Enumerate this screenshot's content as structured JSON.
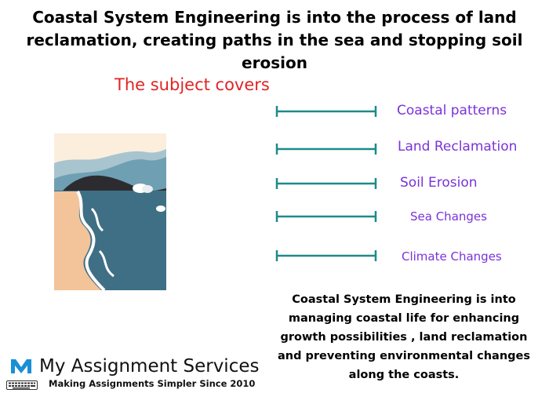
{
  "heading": "Coastal System Engineering  is into the process of land reclamation, creating paths in the sea and  stopping soil erosion",
  "subject_label": "The subject covers",
  "topics": [
    "Coastal patterns",
    "Land Reclamation",
    "Soil  Erosion",
    "Sea  Changes",
    "Climate Changes"
  ],
  "description": "Coastal  System Engineering is into managing  coastal  life for  enhancing growth possibilities , land reclamation and  preventing  environmental  changes along  the  coasts.",
  "logo": {
    "brand": "My Assignment Services",
    "tagline": "Making Assignments Simpler Since 2010"
  },
  "colors": {
    "subject": "#e02424",
    "topic": "#7a32d9",
    "connector": "#1c8a8a",
    "brand_accent": "#1a8fd6"
  },
  "icons": [
    "coastal-landscape-illustration",
    "keyboard-icon",
    "logo-m-icon"
  ]
}
